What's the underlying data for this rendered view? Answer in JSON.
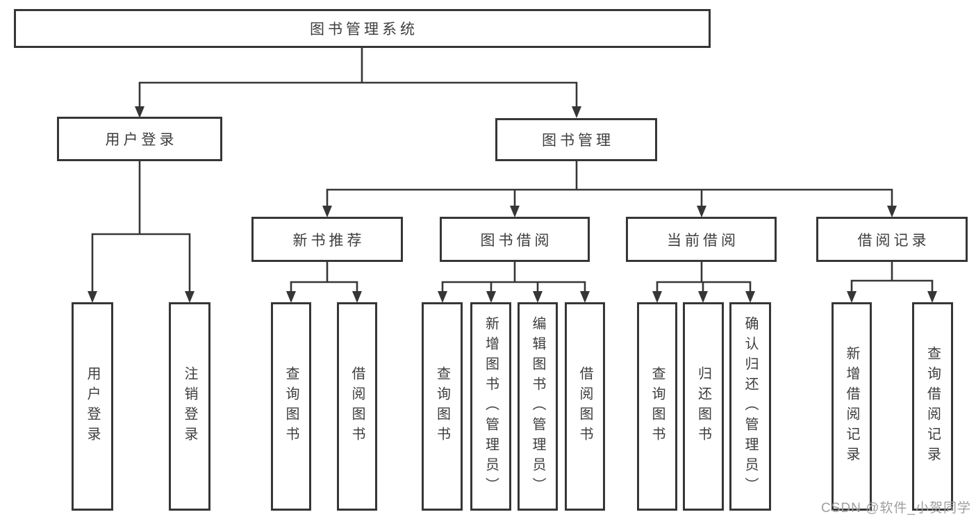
{
  "tree": {
    "root": "图书管理系统",
    "branches": [
      {
        "label": "用户登录",
        "leaves": [
          "用户登录",
          "注销登录"
        ]
      },
      {
        "label": "图书管理",
        "groups": [
          {
            "label": "新书推荐",
            "leaves": [
              "查询图书",
              "借阅图书"
            ]
          },
          {
            "label": "图书借阅",
            "leaves": [
              "查询图书",
              "新增图书（管理员）",
              "编辑图书（管理员）",
              "借阅图书"
            ]
          },
          {
            "label": "当前借阅",
            "leaves": [
              "查询图书",
              "归还图书",
              "确认归还（管理员）"
            ]
          },
          {
            "label": "借阅记录",
            "leaves": [
              "新增借阅记录",
              "查询借阅记录"
            ]
          }
        ]
      }
    ]
  },
  "watermark": "CSDN @软件_小贺同学",
  "colors": {
    "line": "#363636",
    "text": "#3d3d3d",
    "watermark": "#9e9e9e",
    "background": "#ffffff"
  }
}
